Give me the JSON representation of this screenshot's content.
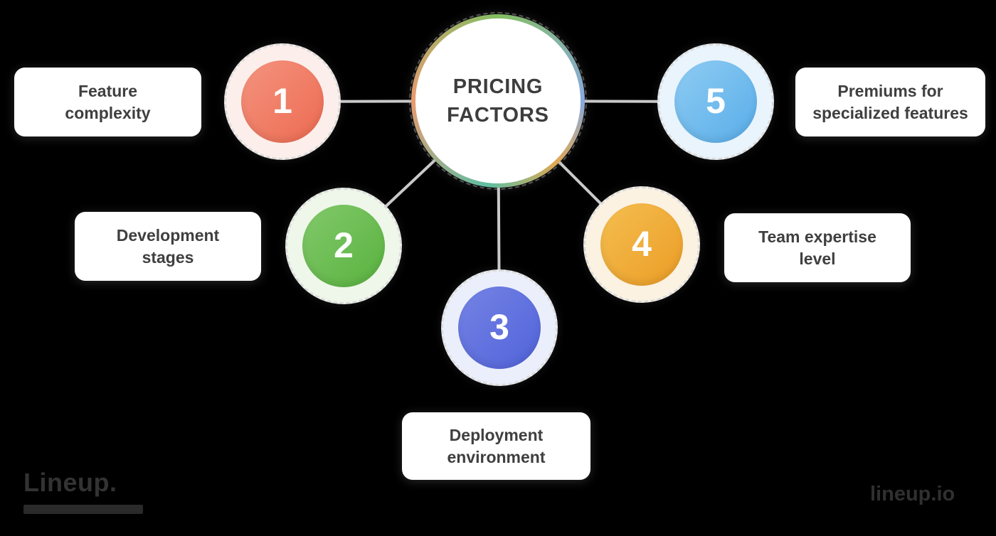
{
  "background_color": "#000000",
  "center": {
    "title_line1": "PRICING",
    "title_line2": "FACTORS",
    "border_gradient": [
      "#84BE62",
      "#88AADF",
      "#E0A852",
      "#5FBFA3",
      "#E89A6E"
    ],
    "fill": "#FFFFFF",
    "text_color": "#3D3D3D"
  },
  "factors": [
    {
      "number": "1",
      "lines": [
        "Feature",
        "complexity"
      ],
      "circle_light": "#F4937F",
      "circle_dark": "#ED6B51",
      "ring": "#FCEFEB"
    },
    {
      "number": "2",
      "lines": [
        "Development",
        "stages"
      ],
      "circle_light": "#82C96B",
      "circle_dark": "#59B23F",
      "ring": "#EEF7E9"
    },
    {
      "number": "3",
      "lines": [
        "Deployment",
        "environment"
      ],
      "circle_light": "#7583E4",
      "circle_dark": "#5163DA",
      "ring": "#EBEFFB"
    },
    {
      "number": "4",
      "lines": [
        "Team expertise",
        "level"
      ],
      "circle_light": "#F4BE50",
      "circle_dark": "#EC9D26",
      "ring": "#FBF2E2"
    },
    {
      "number": "5",
      "lines": [
        "Premiums for",
        "specialized features"
      ],
      "circle_light": "#8FCCF3",
      "circle_dark": "#58ADE9",
      "ring": "#E9F4FD"
    }
  ],
  "connector_color": "#C9C9C9",
  "watermarks": {
    "bottom_left": "Lineup.",
    "bottom_right": "lineup.io"
  }
}
